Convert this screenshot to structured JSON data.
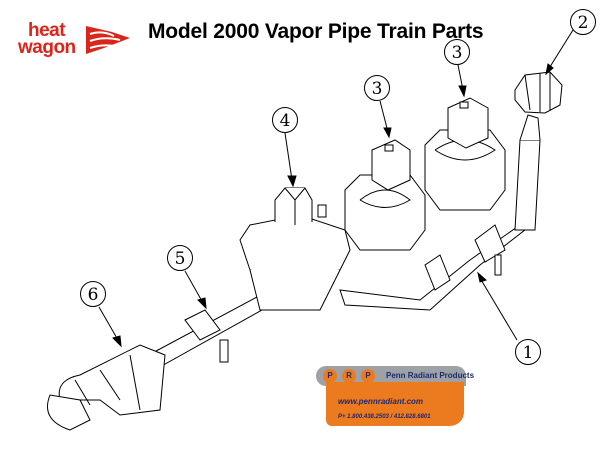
{
  "title": "Model 2000 Vapor Pipe Train Parts",
  "logo": {
    "line1": "heat",
    "line2": "wagon",
    "color": "#d9261c"
  },
  "callouts": [
    "1",
    "2",
    "3",
    "3",
    "4",
    "5",
    "6"
  ],
  "penn": {
    "initials": [
      "P",
      "R",
      "P"
    ],
    "name": "Penn Radiant Products",
    "website": "www.pennradiant.com",
    "phone": "P+ 1.800.438.2503  / 412.828.6801",
    "orange": "#ec7a1f",
    "gray": "#9ea1a6"
  }
}
